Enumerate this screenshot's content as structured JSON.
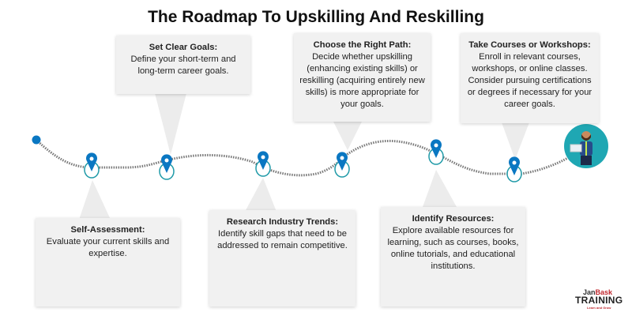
{
  "title": "The Roadmap To Upskilling And Reskilling",
  "steps": [
    {
      "heading": "Self-Assessment:",
      "text": "Evaluate your current skills and expertise."
    },
    {
      "heading": "Set Clear Goals:",
      "text": "Define your short-term and long-term career goals."
    },
    {
      "heading": "Research Industry Trends:",
      "text": "Identify skill gaps that need to be addressed to remain competitive."
    },
    {
      "heading": "Choose the Right Path:",
      "text": "Decide whether upskilling (enhancing existing skills) or reskilling (acquiring entirely new skills) is more appropriate for your goals."
    },
    {
      "heading": "Identify Resources:",
      "text": "Explore available resources for learning, such as courses, books, online tutorials, and educational institutions."
    },
    {
      "heading": "Take Courses or Workshops:",
      "text": "Enroll in relevant courses, workshops, or online classes. Consider pursuing certifications or degrees if necessary for your career goals."
    }
  ],
  "logo": {
    "jan": "Jan",
    "bask": "Bask",
    "training": "TRAINING",
    "tagline": "Learn and Grow"
  },
  "colors": {
    "pin": "#0a77c2",
    "ring": "#1f9aa8",
    "avatar_bg": "#1fa7b3",
    "dots": "#777777",
    "box": "#f1f1f1"
  }
}
